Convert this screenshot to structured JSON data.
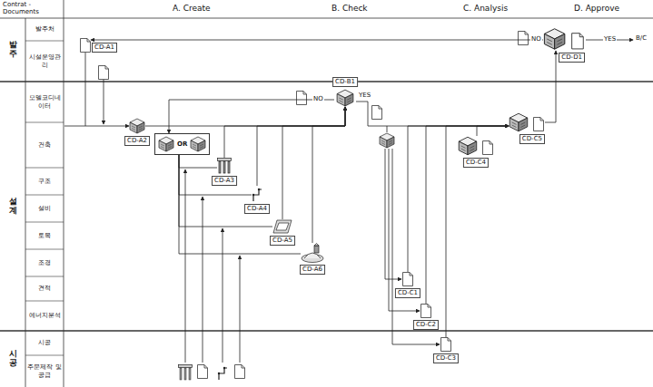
{
  "diagram": {
    "nodes": [
      {
        "text": [
          "발주"
        ]
      },
      {
        "text": [
          "발주처"
        ]
      },
      {
        "text": [
          "시설운영관리"
        ]
      },
      {
        "text": [
          "설계"
        ]
      },
      {
        "text": [
          "모델코디네이터"
        ]
      },
      {
        "text": [
          "건축"
        ]
      },
      {
        "text": [
          "구조"
        ]
      },
      {
        "text": [
          "설비"
        ]
      },
      {
        "text": [
          "토목"
        ]
      },
      {
        "text": [
          "조경"
        ]
      },
      {
        "text": [
          "견적"
        ]
      },
      {
        "text": [
          "에너지분석"
        ]
      },
      {
        "text": [
          "시공"
        ]
      },
      {
        "text": [
          "시공"
        ]
      },
      {
        "text": [
          "주문제작 및 공급"
        ]
      },
      {
        "text": [
          "CD-A1"
        ]
      },
      {
        "text": [
          "CD-D1"
        ]
      },
      {
        "text": [
          "CD-A2"
        ]
      },
      {
        "text": [
          "OR"
        ]
      },
      {
        "text": [
          "CD-B1"
        ]
      },
      {
        "text": [
          "CD-A3"
        ]
      },
      {
        "text": [
          "CD-A4"
        ]
      },
      {
        "text": [
          "CD-A5"
        ]
      },
      {
        "text": [
          "CD-A6"
        ]
      },
      {
        "text": [
          "CD-C5"
        ]
      },
      {
        "text": [
          "CD-C4"
        ]
      },
      {
        "text": [
          "CD-C1"
        ]
      },
      {
        "text": [
          "CD-C2"
        ]
      },
      {
        "text": [
          "CD-C3"
        ]
      }
    ],
    "edges": [
      {
        "from": 15,
        "to": 17,
        "arrow": "to"
      },
      {
        "from": 17,
        "to": 19,
        "arrow": "to"
      },
      {
        "from": 18,
        "to": 20,
        "arrow": "none"
      },
      {
        "from": 18,
        "to": 21,
        "arrow": "none"
      },
      {
        "from": 18,
        "to": 22,
        "arrow": "none"
      },
      {
        "from": 18,
        "to": 23,
        "arrow": "none"
      },
      {
        "from": 20,
        "to": 19,
        "arrow": "to"
      },
      {
        "from": 21,
        "to": 19,
        "arrow": "to"
      },
      {
        "from": 22,
        "to": 19,
        "arrow": "to"
      },
      {
        "from": 23,
        "to": 19,
        "arrow": "to"
      },
      {
        "from": 19,
        "to": 18,
        "label": "NO",
        "arrow": "to"
      },
      {
        "from": 19,
        "to": 24,
        "label": "YES",
        "arrow": "to"
      },
      {
        "from": 26,
        "to": 24,
        "arrow": "to"
      },
      {
        "from": 27,
        "to": 24,
        "arrow": "to"
      },
      {
        "from": 28,
        "to": 24,
        "arrow": "to"
      },
      {
        "from": 25,
        "to": 24,
        "arrow": "to"
      },
      {
        "from": 24,
        "to": 16,
        "arrow": "to"
      },
      {
        "from": 16,
        "to": 15,
        "label": "NO",
        "arrow": "to"
      }
    ],
    "labels": [
      "Contrat -Documents",
      "A. Create",
      "B. Check",
      "C. Analysis",
      "D. Approve",
      "YES",
      "B/C"
    ]
  }
}
